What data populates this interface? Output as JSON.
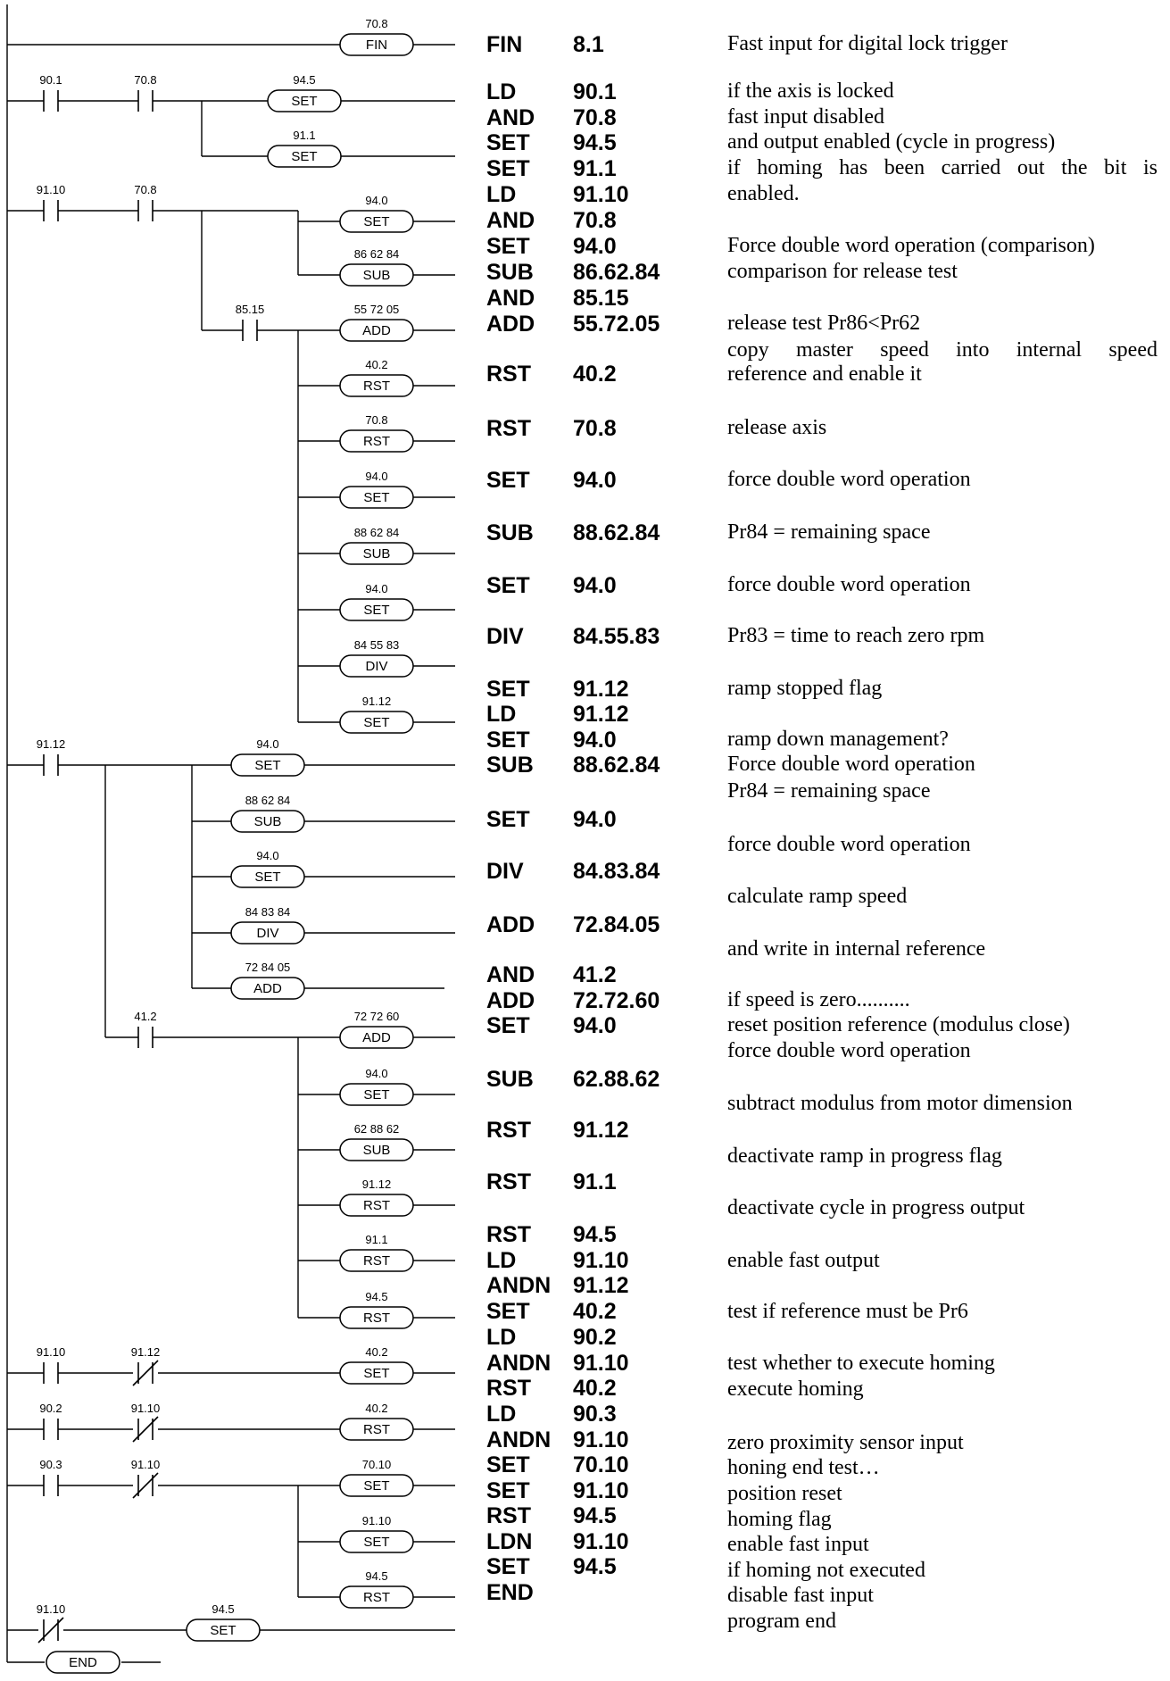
{
  "rungs": [
    {
      "contacts": [],
      "coils": [
        {
          "label": "70.8",
          "op": "FIN"
        }
      ]
    },
    {
      "contacts": [
        {
          "label": "90.1",
          "type": "NO"
        },
        {
          "label": "70.8",
          "type": "NO"
        }
      ],
      "coils": [
        {
          "label": "94.5",
          "op": "SET"
        },
        {
          "label": "91.1",
          "op": "SET"
        }
      ]
    },
    {
      "contacts": [
        {
          "label": "91.10",
          "type": "NO"
        },
        {
          "label": "70.8",
          "type": "NO"
        }
      ],
      "coils": [
        {
          "label": "94.0",
          "op": "SET"
        },
        {
          "label": "86 62 84",
          "op": "SUB"
        }
      ],
      "branch_contact": {
        "label": "85.15",
        "type": "NO"
      },
      "branch_coils": [
        {
          "label": "55 72 05",
          "op": "ADD"
        },
        {
          "label": "40.2",
          "op": "RST"
        },
        {
          "label": "70.8",
          "op": "RST"
        },
        {
          "label": "94.0",
          "op": "SET"
        },
        {
          "label": "88 62 84",
          "op": "SUB"
        },
        {
          "label": "94.0",
          "op": "SET"
        },
        {
          "label": "84 55 83",
          "op": "DIV"
        },
        {
          "label": "91.12",
          "op": "SET"
        }
      ]
    },
    {
      "contacts": [
        {
          "label": "91.12",
          "type": "NO"
        }
      ],
      "coils": [
        {
          "label": "94.0",
          "op": "SET"
        },
        {
          "label": "88 62 84",
          "op": "SUB"
        },
        {
          "label": "94.0",
          "op": "SET"
        },
        {
          "label": "84 83 84",
          "op": "DIV"
        },
        {
          "label": "72 84 05",
          "op": "ADD"
        }
      ],
      "branch_contact": {
        "label": "41.2",
        "type": "NO"
      },
      "branch_coils": [
        {
          "label": "72 72 60",
          "op": "ADD"
        },
        {
          "label": "94.0",
          "op": "SET"
        },
        {
          "label": "62 88 62",
          "op": "SUB"
        },
        {
          "label": "91.12",
          "op": "RST"
        },
        {
          "label": "91.1",
          "op": "RST"
        },
        {
          "label": "94.5",
          "op": "RST"
        }
      ]
    },
    {
      "contacts": [
        {
          "label": "91.10",
          "type": "NO"
        },
        {
          "label": "91.12",
          "type": "NC"
        }
      ],
      "coils": [
        {
          "label": "40.2",
          "op": "SET"
        }
      ]
    },
    {
      "contacts": [
        {
          "label": "90.2",
          "type": "NO"
        },
        {
          "label": "91.10",
          "type": "NC"
        }
      ],
      "coils": [
        {
          "label": "40.2",
          "op": "RST"
        }
      ]
    },
    {
      "contacts": [
        {
          "label": "90.3",
          "type": "NO"
        },
        {
          "label": "91.10",
          "type": "NC"
        }
      ],
      "coils": [
        {
          "label": "70.10",
          "op": "SET"
        },
        {
          "label": "91.10",
          "op": "SET"
        },
        {
          "label": "94.5",
          "op": "RST"
        }
      ]
    },
    {
      "contacts": [
        {
          "label": "91.10",
          "type": "NC"
        }
      ],
      "coils": [
        {
          "label": "94.5",
          "op": "SET"
        }
      ]
    },
    {
      "contacts": [],
      "coils": [
        {
          "label": "",
          "op": "END"
        }
      ]
    }
  ],
  "instructions": [
    {
      "op": "FIN",
      "arg": "8.1"
    },
    {
      "op": "LD",
      "arg": "90.1"
    },
    {
      "op": "AND",
      "arg": "70.8"
    },
    {
      "op": "SET",
      "arg": "94.5"
    },
    {
      "op": "SET",
      "arg": "91.1"
    },
    {
      "op": "LD",
      "arg": "91.10"
    },
    {
      "op": "AND",
      "arg": "70.8"
    },
    {
      "op": "SET",
      "arg": "94.0"
    },
    {
      "op": "SUB",
      "arg": "86.62.84"
    },
    {
      "op": "AND",
      "arg": "85.15"
    },
    {
      "op": "ADD",
      "arg": "55.72.05"
    },
    {
      "op": "RST",
      "arg": "40.2"
    },
    {
      "op": "RST",
      "arg": "70.8"
    },
    {
      "op": "SET",
      "arg": "94.0"
    },
    {
      "op": "SUB",
      "arg": "88.62.84"
    },
    {
      "op": "SET",
      "arg": "94.0"
    },
    {
      "op": "DIV",
      "arg": "84.55.83"
    },
    {
      "op": "SET",
      "arg": "91.12"
    },
    {
      "op": "LD",
      "arg": "91.12"
    },
    {
      "op": "SET",
      "arg": "94.0"
    },
    {
      "op": "SUB",
      "arg": "88.62.84"
    },
    {
      "op": "SET",
      "arg": "94.0"
    },
    {
      "op": "DIV",
      "arg": "84.83.84"
    },
    {
      "op": "ADD",
      "arg": "72.84.05"
    },
    {
      "op": "AND",
      "arg": "41.2"
    },
    {
      "op": "ADD",
      "arg": "72.72.60"
    },
    {
      "op": "SET",
      "arg": "94.0"
    },
    {
      "op": "SUB",
      "arg": "62.88.62"
    },
    {
      "op": "RST",
      "arg": "91.12"
    },
    {
      "op": "RST",
      "arg": "91.1"
    },
    {
      "op": "RST",
      "arg": "94.5"
    },
    {
      "op": "LD",
      "arg": "91.10"
    },
    {
      "op": "ANDN",
      "arg": "91.12"
    },
    {
      "op": "SET",
      "arg": "40.2"
    },
    {
      "op": "LD",
      "arg": "90.2"
    },
    {
      "op": "ANDN",
      "arg": "91.10"
    },
    {
      "op": "RST",
      "arg": "40.2"
    },
    {
      "op": "LD",
      "arg": "90.3"
    },
    {
      "op": "ANDN",
      "arg": "91.10"
    },
    {
      "op": "SET",
      "arg": "70.10"
    },
    {
      "op": "SET",
      "arg": "91.10"
    },
    {
      "op": "RST",
      "arg": "94.5"
    },
    {
      "op": "LDN",
      "arg": "91.10"
    },
    {
      "op": "SET",
      "arg": "94.5"
    },
    {
      "op": "END",
      "arg": ""
    }
  ],
  "comments": [
    "Fast input for digital lock trigger",
    "if the axis is locked",
    "fast input disabled",
    "and output  enabled (cycle in progress)",
    "if homing has been carried out the bit is",
    "enabled.",
    "Force double word operation (comparison)",
    "comparison for release test",
    "release test Pr86<Pr62",
    "copy master speed into internal speed",
    "reference and enable it",
    "release axis",
    "force double word operation",
    "Pr84 = remaining space",
    "force double word operation",
    "Pr83 = time to reach zero rpm",
    "ramp stopped flag",
    "ramp down management?",
    "Force double word operation",
    "Pr84 = remaining space",
    "force double word operation",
    "calculate ramp speed",
    "and write in internal reference",
    "if speed is zero..........",
    "reset position reference (modulus close)",
    "force double word operation",
    "subtract modulus from motor dimension",
    "deactivate ramp in progress flag",
    "deactivate cycle in progress output",
    "enable fast output",
    "test if reference must be Pr6",
    "test whether to execute homing",
    "execute homing",
    "zero proximity sensor input",
    "honing end test…",
    "position reset",
    "homing flag",
    "enable fast input",
    "if homing not executed",
    "disable fast input",
    "program end"
  ]
}
